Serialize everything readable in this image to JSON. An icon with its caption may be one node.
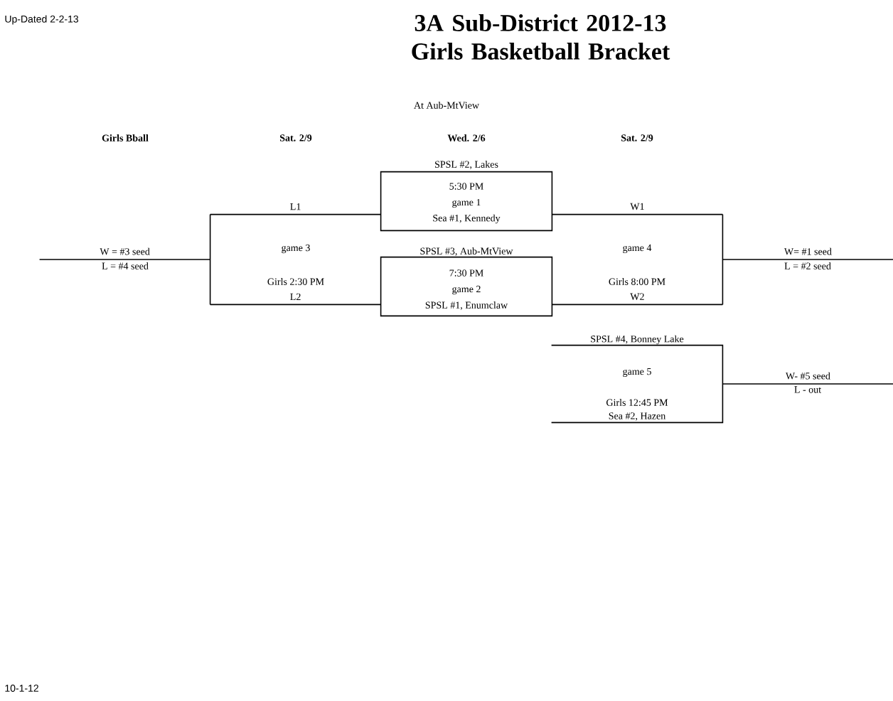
{
  "diagram": {
    "title": "3A Sub-District 2012-13 Girls Basketball Bracket",
    "nodes": [
      {
        "text": [
          "SPSL #2, Lakes",
          "5:30 PM",
          "game 1",
          "Sea #1, Kennedy"
        ]
      },
      {
        "text": [
          "SPSL #3, Aub-MtView",
          "7:30 PM",
          "game 2",
          "SPSL #1, Enumclaw"
        ]
      },
      {
        "text": [
          "game 3",
          "Girls 2:30 PM"
        ]
      },
      {
        "text": [
          "game 4",
          "Girls 8:00 PM"
        ]
      },
      {
        "text": [
          "SPSL #4, Bonney Lake",
          "game 5",
          "Girls 12:45 PM",
          "Sea #2, Hazen"
        ]
      }
    ],
    "edges": [
      {
        "from": 0,
        "to": 2,
        "arrow": "none",
        "label": "L1"
      },
      {
        "from": 1,
        "to": 2,
        "arrow": "none",
        "label": "L2"
      },
      {
        "from": 0,
        "to": 3,
        "arrow": "none",
        "label": "W1"
      },
      {
        "from": 1,
        "to": 3,
        "arrow": "none",
        "label": "W2"
      },
      {
        "from": 2,
        "to": null,
        "arrow": "none",
        "label": "W = #3 seed"
      },
      {
        "from": 3,
        "to": null,
        "arrow": "none",
        "label": "W= #1 seed"
      },
      {
        "from": 4,
        "to": null,
        "arrow": "none",
        "label": "W- #5 seed"
      }
    ],
    "labels": [
      "Up-Dated 2-2-13",
      "At Aub-MtView",
      "Girls Bball",
      "Sat. 2/9",
      "Wed. 2/6",
      "Sat. 2/9",
      "L = #4 seed",
      "L = #2 seed",
      "L - out",
      "10-1-12"
    ]
  }
}
